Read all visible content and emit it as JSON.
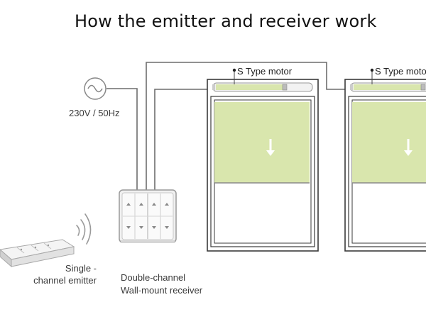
{
  "title": "How the emitter and receiver work",
  "power": {
    "label": "230V / 50Hz",
    "icon": "ac-wave-icon"
  },
  "emitter": {
    "line1": "Single -",
    "line2": "channel emitter",
    "icon": "signal-waves-icon"
  },
  "receiver": {
    "line1": "Double-channel",
    "line2": "Wall-mount receiver"
  },
  "windows": [
    {
      "motor_label": "S Type motor",
      "icon": "down-arrow-icon"
    },
    {
      "motor_label": "S Type motor",
      "icon": "down-arrow-icon"
    }
  ],
  "colors": {
    "blind": "#d9e6ad",
    "wire": "#6d6d6d",
    "frame": "#3a3a3a"
  }
}
